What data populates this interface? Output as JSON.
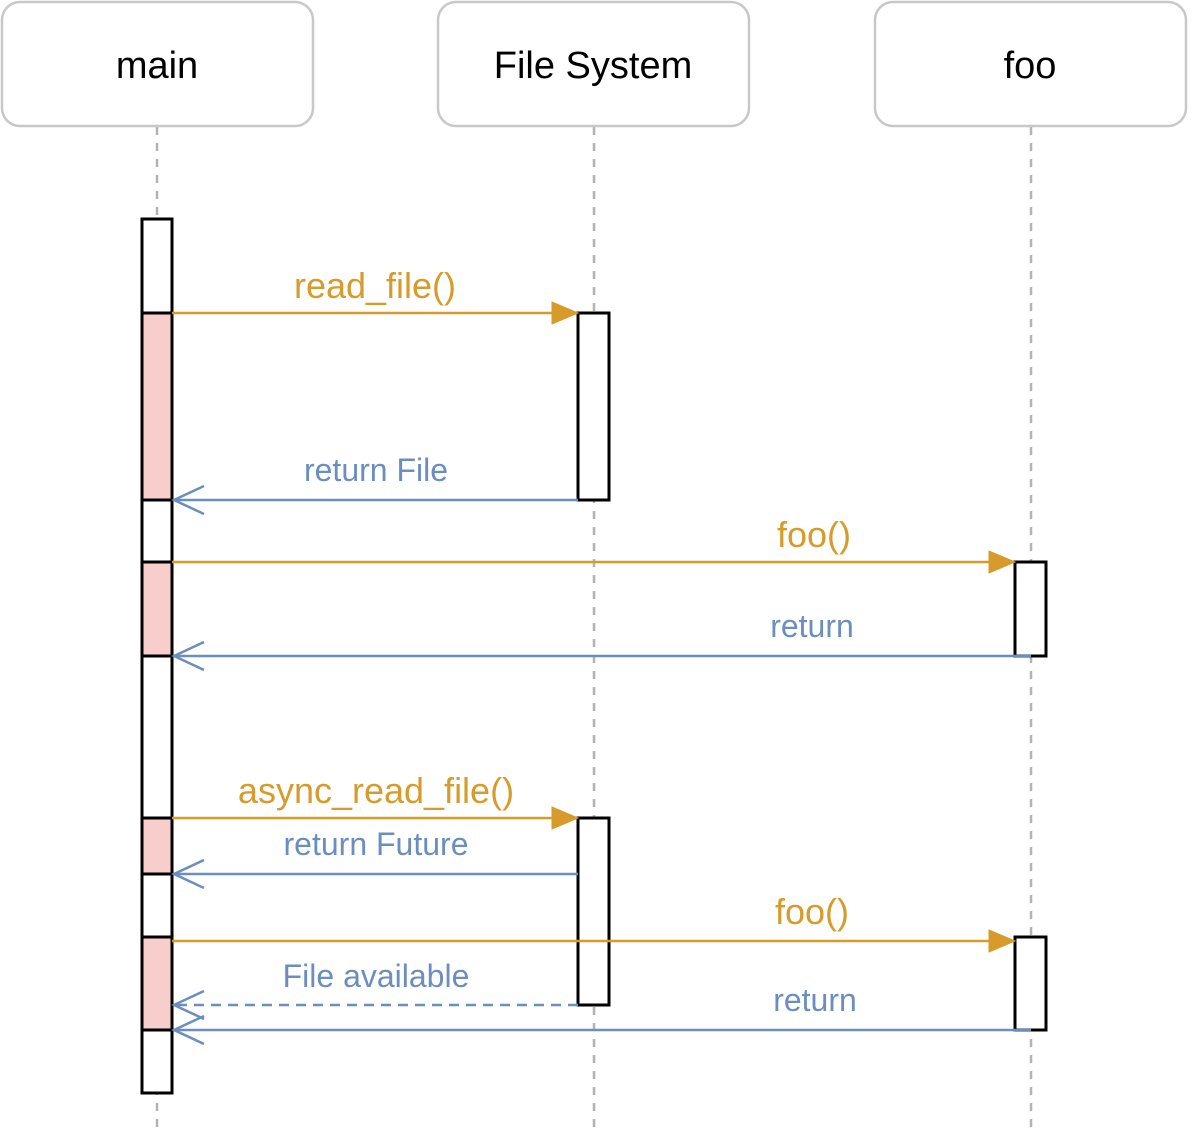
{
  "diagram": {
    "participants": [
      {
        "id": "main",
        "label": "main"
      },
      {
        "id": "fs",
        "label": "File System"
      },
      {
        "id": "foo",
        "label": "foo"
      }
    ],
    "messages": [
      {
        "kind": "call",
        "from": "main",
        "to": "fs",
        "label": "read_file()"
      },
      {
        "kind": "return",
        "from": "fs",
        "to": "main",
        "label": "return File"
      },
      {
        "kind": "call",
        "from": "main",
        "to": "foo",
        "label": "foo()"
      },
      {
        "kind": "return",
        "from": "foo",
        "to": "main",
        "label": "return"
      },
      {
        "kind": "call",
        "from": "main",
        "to": "fs",
        "label": "async_read_file()"
      },
      {
        "kind": "return",
        "from": "fs",
        "to": "main",
        "label": "return Future"
      },
      {
        "kind": "call",
        "from": "main",
        "to": "foo",
        "label": "foo()"
      },
      {
        "kind": "async-return",
        "from": "fs",
        "to": "main",
        "label": "File available"
      },
      {
        "kind": "return",
        "from": "foo",
        "to": "main",
        "label": "return"
      }
    ],
    "colors": {
      "call": "#d79b2b",
      "return": "#6c8ebf",
      "blocked": "#f8cecc",
      "lifeline": "#b3b3b3",
      "participant_border": "#c8c8c8"
    }
  }
}
